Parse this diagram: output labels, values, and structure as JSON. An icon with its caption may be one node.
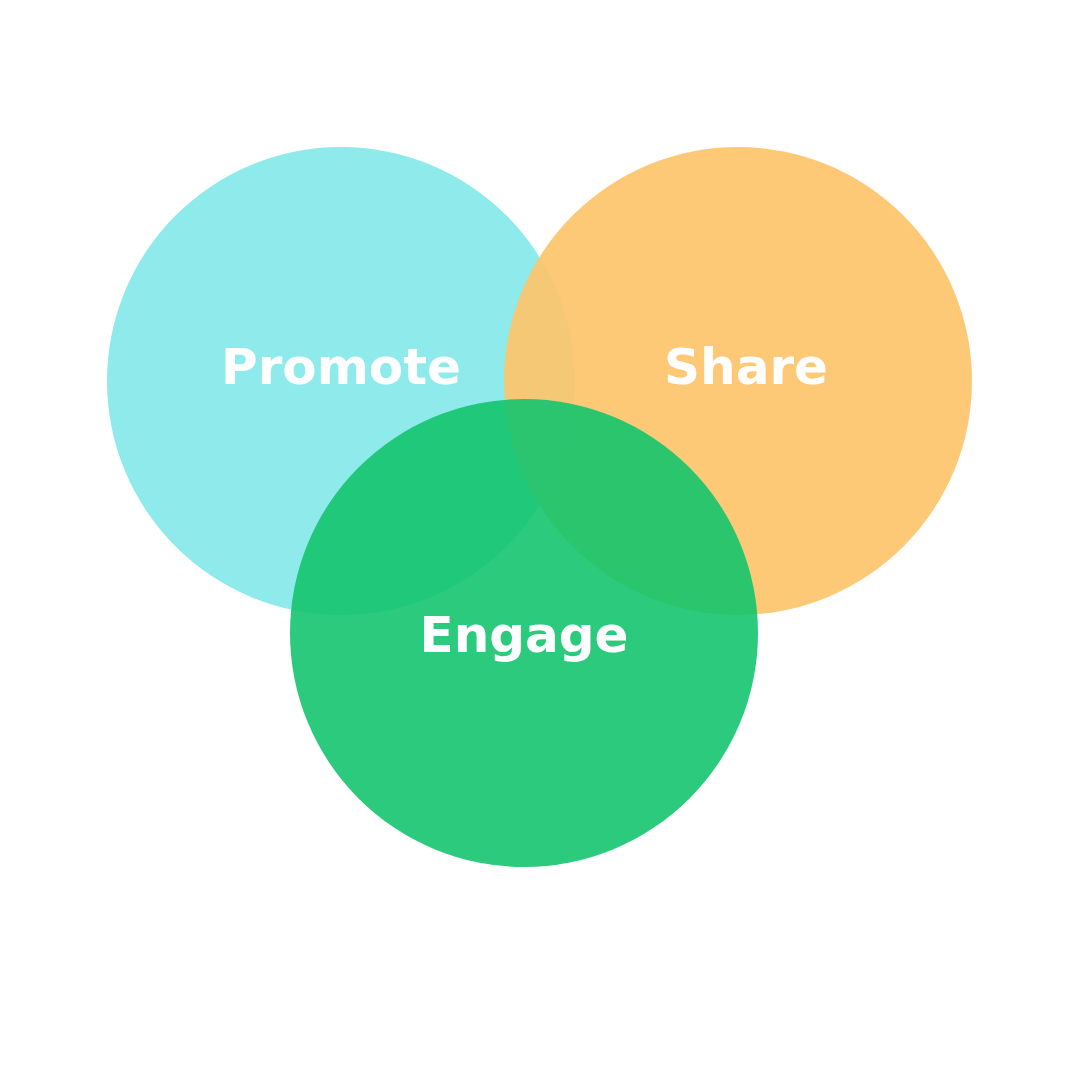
{
  "diagram": {
    "nodes": [
      {
        "text": [
          "Promote"
        ]
      },
      {
        "text": [
          "Share"
        ]
      },
      {
        "text": [
          "Engage"
        ]
      }
    ]
  }
}
